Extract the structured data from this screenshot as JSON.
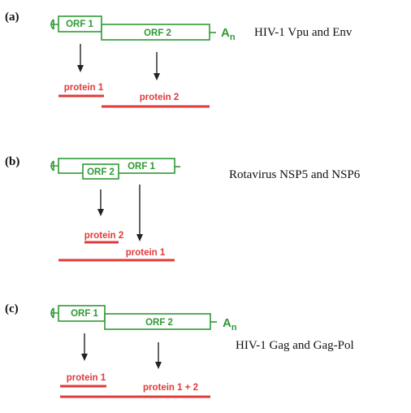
{
  "panels": [
    {
      "label": "(a)",
      "caption": "HIV-1 Vpu and Env",
      "orfs": [
        "ORF 1",
        "ORF 2"
      ],
      "polyA": {
        "main": "A",
        "sub": "n"
      },
      "proteins": [
        "protein 1",
        "protein 2"
      ]
    },
    {
      "label": "(b)",
      "caption": "Rotavirus NSP5 and NSP6",
      "orfs": [
        "ORF 1",
        "ORF 2"
      ],
      "proteins": [
        "protein 1",
        "protein 2"
      ]
    },
    {
      "label": "(c)",
      "caption": "HIV-1 Gag and Gag-Pol",
      "orfs": [
        "ORF 1",
        "ORF 2"
      ],
      "polyA": {
        "main": "A",
        "sub": "n"
      },
      "proteins": [
        "protein 1",
        "protein 1 + 2"
      ]
    }
  ],
  "colors": {
    "orf": "#2e9a34",
    "protein": "#e03a3a",
    "arrow": "#222222"
  }
}
